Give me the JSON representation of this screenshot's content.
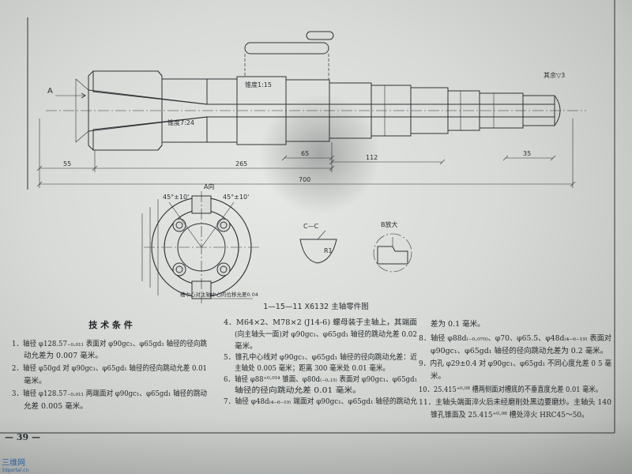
{
  "caption": "1—15—11 X6132 主轴零件图",
  "page_number": "— 39 —",
  "watermark": {
    "name": "三维网",
    "site": "3dportal.cn"
  },
  "drawing": {
    "label_a": "A",
    "label_rest_finish": "其余▽3",
    "taper_7_24": "锥度7:24",
    "taper_1_15": "锥度1:15",
    "dims": [
      "55",
      "265",
      "65",
      "112",
      "700",
      "35"
    ],
    "view_a": {
      "title": "A向",
      "angle_left": "45°±10'",
      "angle_right": "45°±10'",
      "note": "槽中心对主轴中心的位移允差0.04"
    },
    "section_cc": {
      "title": "C—C",
      "radius": "R1"
    },
    "detail_b": {
      "title": "B放大"
    }
  },
  "tech_conditions": {
    "title": "技 术 条 件",
    "col1": [
      "1．轴径 φ128.57₋₀.₀₁₁ 表面对 φ90gc₁、φ65gd₁ 轴径的径向跳",
      "动允差为 0.007 毫米。",
      "2．轴径 φ50gd 对 φ90gc₁、φ65gd₁ 轴径的径向跳动允差 0.01",
      "毫米。",
      "3．轴径 φ128.57₋₀.₀₁₁ 两端面对 φ90gc₁、φ65gd₁ 轴径的跳动",
      "允差 0.005 毫米。"
    ],
    "col2": [
      "4．M64×2、M78×2 (J14-6) 螺母装于主轴上，其端面",
      "(向主轴头一面)对 φ90gc₁、φ65gd₁ 轴径的跳动允差 0.02",
      "毫米。",
      "5．锥孔中心线对 φ90gc₁、φ65gd₁ 轴径的径向跳动允差：近",
      "主轴处 0.005 毫米；距离 300 毫米处 0.01 毫米。",
      "6．轴径 φ88⁺⁰·⁰¹⁴ 锥面、φ80d₍₋₀.₁₅₎ 表面对 φ90gc₁、φ65gd₁",
      "轴径的径向跳动允差 0.01 毫米。",
      "7．轴径 φ48d₍₄₋₆₋₁₉₎ 端面对 φ90gc₁、φ65gd₁ 轴径的跳动允"
    ],
    "col3": [
      "差为 0.1 毫米。",
      "8．轴径 φ88d₍₋₀.₀₇₀₎、φ70、φ65.5、φ48d₍₄₋₆₋₁₉₎ 表面对",
      "φ90gc₁、φ65gd₁ 轴径的径向跳动允差为 0.2 毫米。",
      "9．内孔 φ29±0.4 对 φ90gc₁、φ65gd₁ 不同心度允差 0 5 毫",
      "米。",
      "10．25.415⁺⁰·⁰⁸ 槽两侧面对槽底的不垂直度允差 0.01 毫米。",
      "11．主轴头端面淬火后未经磨削处黑边要磨炒。主轴头 140",
      "锥孔锥面及 25.415⁺⁰·⁰⁸ 槽处淬火 HRC45～50。"
    ]
  }
}
